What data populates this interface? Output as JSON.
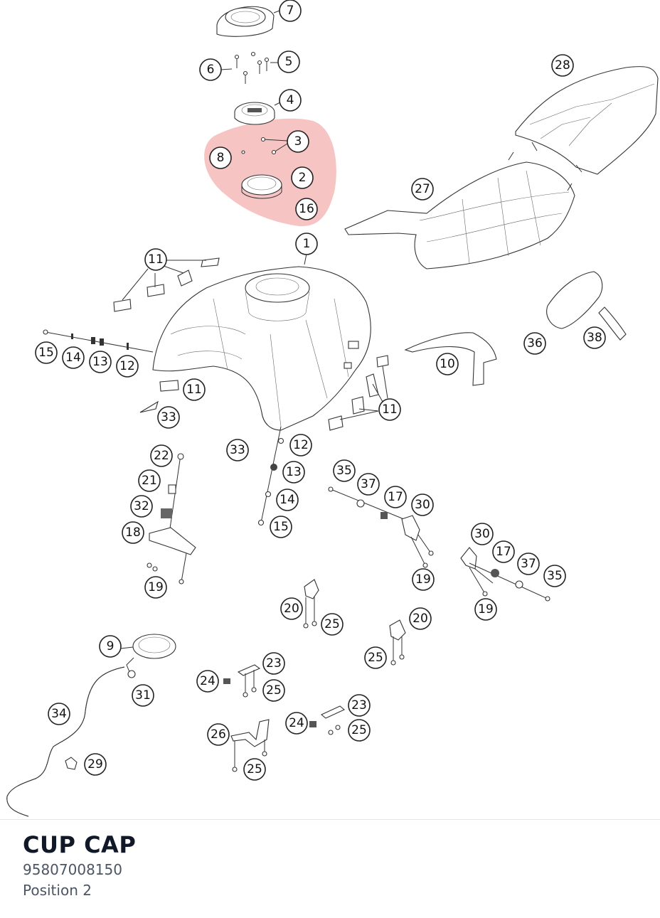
{
  "diagram": {
    "highlight_color": "#f5b5b5",
    "callouts": [
      {
        "id": "c7",
        "label": "7"
      },
      {
        "id": "c6",
        "label": "6"
      },
      {
        "id": "c5",
        "label": "5"
      },
      {
        "id": "c4",
        "label": "4"
      },
      {
        "id": "c3",
        "label": "3"
      },
      {
        "id": "c8",
        "label": "8"
      },
      {
        "id": "c2",
        "label": "2"
      },
      {
        "id": "c16",
        "label": "16"
      },
      {
        "id": "c1",
        "label": "1"
      },
      {
        "id": "c28",
        "label": "28"
      },
      {
        "id": "c27",
        "label": "27"
      },
      {
        "id": "c11a",
        "label": "11"
      },
      {
        "id": "c36",
        "label": "36"
      },
      {
        "id": "c38",
        "label": "38"
      },
      {
        "id": "c15a",
        "label": "15"
      },
      {
        "id": "c14a",
        "label": "14"
      },
      {
        "id": "c13a",
        "label": "13"
      },
      {
        "id": "c12a",
        "label": "12"
      },
      {
        "id": "c10",
        "label": "10"
      },
      {
        "id": "c11b",
        "label": "11"
      },
      {
        "id": "c33a",
        "label": "33"
      },
      {
        "id": "c11c",
        "label": "11"
      },
      {
        "id": "c22",
        "label": "22"
      },
      {
        "id": "c33b",
        "label": "33"
      },
      {
        "id": "c12b",
        "label": "12"
      },
      {
        "id": "c21",
        "label": "21"
      },
      {
        "id": "c35a",
        "label": "35"
      },
      {
        "id": "c13b",
        "label": "13"
      },
      {
        "id": "c37a",
        "label": "37"
      },
      {
        "id": "c17a",
        "label": "17"
      },
      {
        "id": "c30a",
        "label": "30"
      },
      {
        "id": "c32",
        "label": "32"
      },
      {
        "id": "c14b",
        "label": "14"
      },
      {
        "id": "c18",
        "label": "18"
      },
      {
        "id": "c15b",
        "label": "15"
      },
      {
        "id": "c30b",
        "label": "30"
      },
      {
        "id": "c17b",
        "label": "17"
      },
      {
        "id": "c37b",
        "label": "37"
      },
      {
        "id": "c35b",
        "label": "35"
      },
      {
        "id": "c19a",
        "label": "19"
      },
      {
        "id": "c19b",
        "label": "19"
      },
      {
        "id": "c19c",
        "label": "19"
      },
      {
        "id": "c20a",
        "label": "20"
      },
      {
        "id": "c25a",
        "label": "25"
      },
      {
        "id": "c20b",
        "label": "20"
      },
      {
        "id": "c9",
        "label": "9"
      },
      {
        "id": "c25b",
        "label": "25"
      },
      {
        "id": "c23a",
        "label": "23"
      },
      {
        "id": "c24a",
        "label": "24"
      },
      {
        "id": "c25c",
        "label": "25"
      },
      {
        "id": "c31",
        "label": "31"
      },
      {
        "id": "c23b",
        "label": "23"
      },
      {
        "id": "c34",
        "label": "34"
      },
      {
        "id": "c24b",
        "label": "24"
      },
      {
        "id": "c25d",
        "label": "25"
      },
      {
        "id": "c26",
        "label": "26"
      },
      {
        "id": "c29",
        "label": "29"
      },
      {
        "id": "c25e",
        "label": "25"
      }
    ]
  },
  "part": {
    "title": "CUP CAP",
    "number": "95807008150",
    "position": "Position 2"
  }
}
